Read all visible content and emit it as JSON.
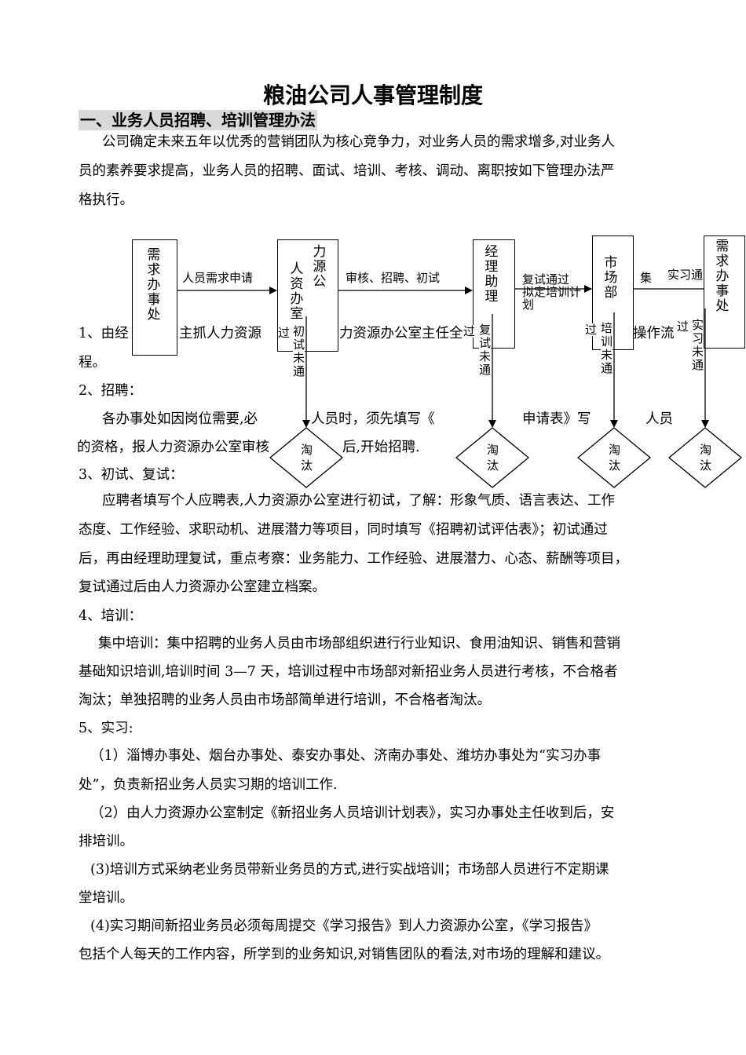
{
  "title": "粮油公司人事管理制度",
  "section1": {
    "heading": "一、业务人员招聘、培训管理办法",
    "intro": [
      "公司确定未来五年以优秀的营销团队为核心竞争力，对业务人员的需求增多,对业务人",
      "员的素养要求提高，业务人员的招聘、面试、培训、考核、调动、离职按如下管理办法严",
      "格执行。"
    ]
  },
  "flowchart": {
    "nodes": [
      "需求办事处",
      "人资办室",
      "力源公",
      "经理助理",
      "市场部",
      "需求办事处"
    ],
    "edges": [
      "人员需求申请",
      "审核、招聘、初试",
      "复试通过",
      "拟定培训计",
      "划",
      "集",
      "实习通"
    ],
    "fail_labels": [
      "初试未通",
      "复试未通",
      "培训未通",
      "实习未通"
    ],
    "pass_fragment": "过",
    "outcome": "淘汰"
  },
  "overlaid": {
    "l1": [
      "1、由经",
      "主抓人力资源",
      "力资源办公室主任全",
      "操作流"
    ],
    "l2": "程。",
    "l3": "2、招聘：",
    "l4": [
      "各办事处如因岗位需要,必",
      "人员时，须先填写《",
      "申请表》写",
      "人员"
    ],
    "l5": [
      "的资格，报人力资源办公室审核",
      "后,开始招聘."
    ]
  },
  "body": [
    "3、初试、复试：",
    "应聘者填写个人应聘表,人力资源办公室进行初试，了解：形象气质、语言表达、工作",
    "态度、工作经验、求职动机、进展潜力等项目，同时填写《招聘初试评估表》；初试通过",
    "后，再由经理助理复试，重点考察：业务能力、工作经验、进展潜力、心态、薪酬等项目，",
    "复试通过后由人力资源办公室建立档案。",
    "4、培训：",
    "集中培训：集中招聘的业务人员由市场部组织进行行业知识、食用油知识、销售和营销",
    "基础知识培训,培训时间  3—7 天，培训过程中市场部对新招业务人员进行考核，不合格者",
    "淘汰；单独招聘的业务人员由市场部简单进行培训，不合格者淘汰。",
    "5、实习:",
    "（1）淄博办事处、烟台办事处、泰安办事处、济南办事处、潍坊办事处为“实习办事",
    "处”，负责新招业务人员实习期的培训工作.",
    "（2）由人力资源办公室制定《新招业务人员培训计划表》，实习办事处主任收到后，安",
    "排培训。",
    "(3)培训方式采纳老业务员带新业务员的方式,进行实战培训；市场部人员进行不定期课",
    "堂培训。",
    "(4)实习期间新招业务员必须每周提交《学习报告》到人力资源办公室，《学习报告》",
    "包括个人每天的工作内容，所学到的业务知识,对销售团队的看法,对市场的理解和建议。"
  ],
  "colors": {
    "heading_bg": "#d9d9d9"
  }
}
